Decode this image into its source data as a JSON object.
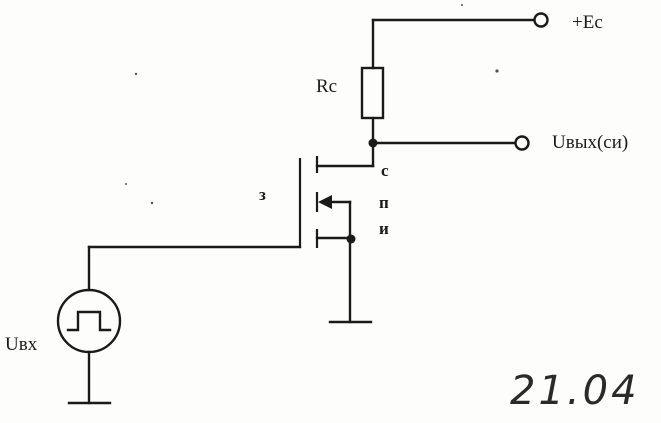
{
  "labels": {
    "supply": "+Ec",
    "drain_resistor": "Rc",
    "output": "Uвых(си)",
    "drain": "с",
    "substrate": "п",
    "source": "и",
    "gate": "з",
    "input": "Uвх"
  },
  "handwritten_note": "21.04"
}
